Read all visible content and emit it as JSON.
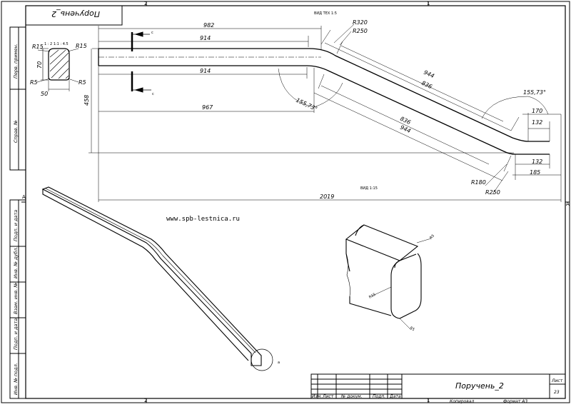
{
  "drawing": {
    "title_mirrored": "Поручень_2",
    "top_note": "ВИД ТЕХ 1:5",
    "scale_note": "ВИД 1:15",
    "url": "www.spb-lestnica.ru"
  },
  "border": {
    "zones_top": [
      "2",
      "1"
    ],
    "zones_bottom": [
      "2",
      "1"
    ],
    "zones_side": [
      "А",
      "А"
    ]
  },
  "left_strip": {
    "upper": [
      "Перв. примен.",
      "Справ. №"
    ],
    "lower": [
      "Подп. и дата",
      "Инв. № дубл.",
      "Взам. инв. №",
      "Подп. и дата",
      "Инв. № подл."
    ]
  },
  "section": {
    "note": "1 : 2 1:1 : 4.5",
    "r_top_left": "R15",
    "r_top_right": "R15",
    "r_bottom_left": "R5",
    "r_bottom_right": "R5",
    "height": "70",
    "width": "50"
  },
  "dims": {
    "d982": "982",
    "d914_top": "914",
    "d914_bottom": "914",
    "d967": "967",
    "d458": "458",
    "d2019": "2019",
    "r320": "R320",
    "r250_top": "R250",
    "d944_top": "944",
    "d836_top": "836",
    "d836_bottom": "836",
    "d944_bottom": "944",
    "a_left": "155,73°",
    "a_right": "155,73°",
    "d170": "170",
    "d132_top": "132",
    "d132_bottom": "132",
    "d185": "185",
    "r180": "R180",
    "r250_bottom": "R250",
    "cut_label": "с"
  },
  "detail": {
    "label_top": "R5",
    "label_mid": "R15",
    "label_bottom": "R5",
    "circle_label": "а"
  },
  "title_block": {
    "name": "Поручень_2",
    "sheet_label": "Лист",
    "sheet_number": "23",
    "cols": [
      "Изм.",
      "Лист",
      "№ докум.",
      "Подп.",
      "Дата"
    ],
    "copied": "Копировал",
    "format": "Формат А3"
  }
}
